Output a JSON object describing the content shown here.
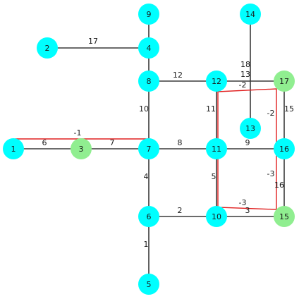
{
  "graph": {
    "colors": {
      "default_node": "#00ffff",
      "special_node": "#90ee90",
      "edge": "#3a3a3a",
      "path": "#e02020"
    },
    "nodes": [
      {
        "id": "1",
        "color": "#00ffff"
      },
      {
        "id": "2",
        "color": "#00ffff"
      },
      {
        "id": "3",
        "color": "#90ee90"
      },
      {
        "id": "4",
        "color": "#00ffff"
      },
      {
        "id": "5",
        "color": "#00ffff"
      },
      {
        "id": "6",
        "color": "#00ffff"
      },
      {
        "id": "7",
        "color": "#00ffff"
      },
      {
        "id": "8",
        "color": "#00ffff"
      },
      {
        "id": "9",
        "color": "#00ffff"
      },
      {
        "id": "10",
        "color": "#00ffff"
      },
      {
        "id": "11",
        "color": "#00ffff"
      },
      {
        "id": "12",
        "color": "#00ffff"
      },
      {
        "id": "13",
        "color": "#00ffff"
      },
      {
        "id": "14",
        "color": "#00ffff"
      },
      {
        "id": "15",
        "color": "#90ee90"
      },
      {
        "id": "16",
        "color": "#00ffff"
      },
      {
        "id": "17",
        "color": "#90ee90"
      }
    ],
    "edges": [
      {
        "from": "2",
        "to": "4",
        "weight": "17"
      },
      {
        "from": "9",
        "to": "4",
        "weight": ""
      },
      {
        "from": "4",
        "to": "8",
        "weight": ""
      },
      {
        "from": "8",
        "to": "12",
        "weight": "12"
      },
      {
        "from": "12",
        "to": "17",
        "weight": "13"
      },
      {
        "from": "14",
        "to": "13",
        "weight": "18"
      },
      {
        "from": "8",
        "to": "7",
        "weight": "10"
      },
      {
        "from": "12",
        "to": "11",
        "weight": "11"
      },
      {
        "from": "17",
        "to": "16",
        "weight": "15"
      },
      {
        "from": "1",
        "to": "3",
        "weight": "6"
      },
      {
        "from": "3",
        "to": "7",
        "weight": "7"
      },
      {
        "from": "7",
        "to": "11",
        "weight": "8"
      },
      {
        "from": "11",
        "to": "16",
        "weight": "9"
      },
      {
        "from": "7",
        "to": "6",
        "weight": "4"
      },
      {
        "from": "11",
        "to": "10",
        "weight": "5"
      },
      {
        "from": "16",
        "to": "15",
        "weight": "16"
      },
      {
        "from": "6",
        "to": "10",
        "weight": "2"
      },
      {
        "from": "10",
        "to": "15",
        "weight": "3"
      },
      {
        "from": "6",
        "to": "5",
        "weight": "1"
      }
    ],
    "path_labels": [
      {
        "id": "p-1-7",
        "text": "-1"
      },
      {
        "id": "p-12-17",
        "text": "-2"
      },
      {
        "id": "p-17-15",
        "text": "-2"
      },
      {
        "id": "p-15-16",
        "text": "-3"
      },
      {
        "id": "p-10-15",
        "text": "-3"
      }
    ]
  }
}
